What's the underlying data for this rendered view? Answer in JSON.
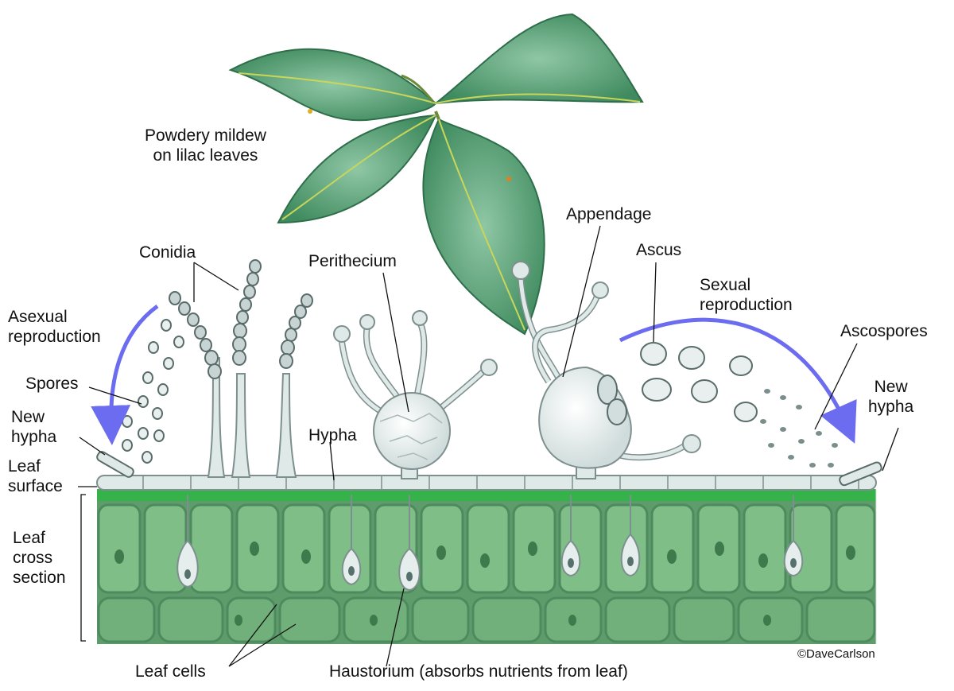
{
  "labels": {
    "leaves": [
      "Powdery mildew",
      "on lilac leaves"
    ],
    "conidia": "Conidia",
    "asexual": [
      "Asexual",
      "reproduction"
    ],
    "spores": "Spores",
    "new_hypha_left": [
      "New",
      "hypha"
    ],
    "leaf_surface": [
      "Leaf",
      "surface"
    ],
    "leaf_cross_section": [
      "Leaf",
      "cross",
      "section"
    ],
    "perithecium": "Perithecium",
    "hypha": "Hypha",
    "appendage": "Appendage",
    "ascus": "Ascus",
    "sexual": [
      "Sexual",
      "reproduction"
    ],
    "ascospores": "Ascospores",
    "new_hypha_right": [
      "New",
      "hypha"
    ],
    "leaf_cells": "Leaf cells",
    "haustorium": "Haustorium (absorbs nutrients from leaf)",
    "credit": "©DaveCarlson"
  },
  "colors": {
    "tissue": "#6aa876",
    "cell_wall": "#4f8a5f",
    "cell_fill": "#7fbf87",
    "epidermis_green": "#35b34a",
    "fungus": "#dfe9e8",
    "fungus_stroke": "#7d8f8e",
    "leaf": "#4f9a6c",
    "leaf_dark": "#2f6e4a",
    "arrow": "#6c6cf0"
  }
}
